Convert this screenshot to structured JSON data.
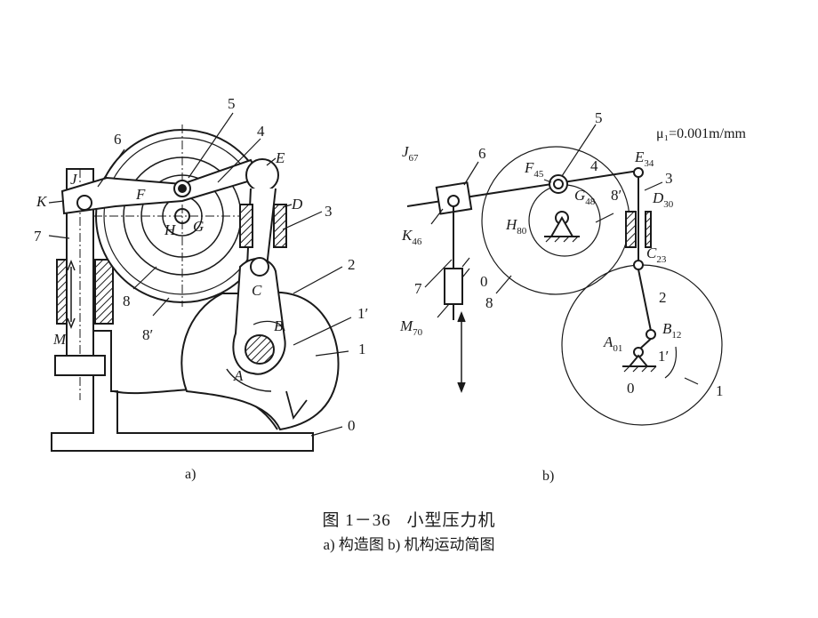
{
  "figure": {
    "number": "图 1－36",
    "title": "小型压力机",
    "subtitle": "a) 构造图   b) 机构运动简图"
  },
  "panel_a": {
    "caption": "a)",
    "labels": {
      "n5": "5",
      "n6": "6",
      "n4": "4",
      "E": "E",
      "K": "K",
      "J": "J",
      "F": "F",
      "D": "D",
      "n3": "3",
      "n7": "7",
      "H": "H",
      "G": "G",
      "n2": "2",
      "C": "C",
      "n8": "8",
      "n1p": "1′",
      "B": "B",
      "n8p": "8′",
      "M": "M",
      "A": "A",
      "n1": "1",
      "n0": "0"
    }
  },
  "panel_b": {
    "caption": "b)",
    "scale": "μ₁=0.001m/mm",
    "labels": {
      "n5": "5",
      "J67": "J",
      "J67_sub": "67",
      "n6": "6",
      "F45": "F",
      "F45_sub": "45",
      "n4": "4",
      "E34": "E",
      "E34_sub": "34",
      "n3": "3",
      "G48": "G",
      "G48_sub": "48",
      "n8p": "8′",
      "D30": "D",
      "D30_sub": "30",
      "H80": "H",
      "H80_sub": "80",
      "K46": "K",
      "K46_sub": "46",
      "C23": "C",
      "C23_sub": "23",
      "n7": "7",
      "n0": "0",
      "n2": "2",
      "n8": "8",
      "M70": "M",
      "M70_sub": "70",
      "B12": "B",
      "B12_sub": "12",
      "A01": "A",
      "A01_sub": "01",
      "n1p": "1′",
      "n0b": "0",
      "n1": "1"
    }
  }
}
